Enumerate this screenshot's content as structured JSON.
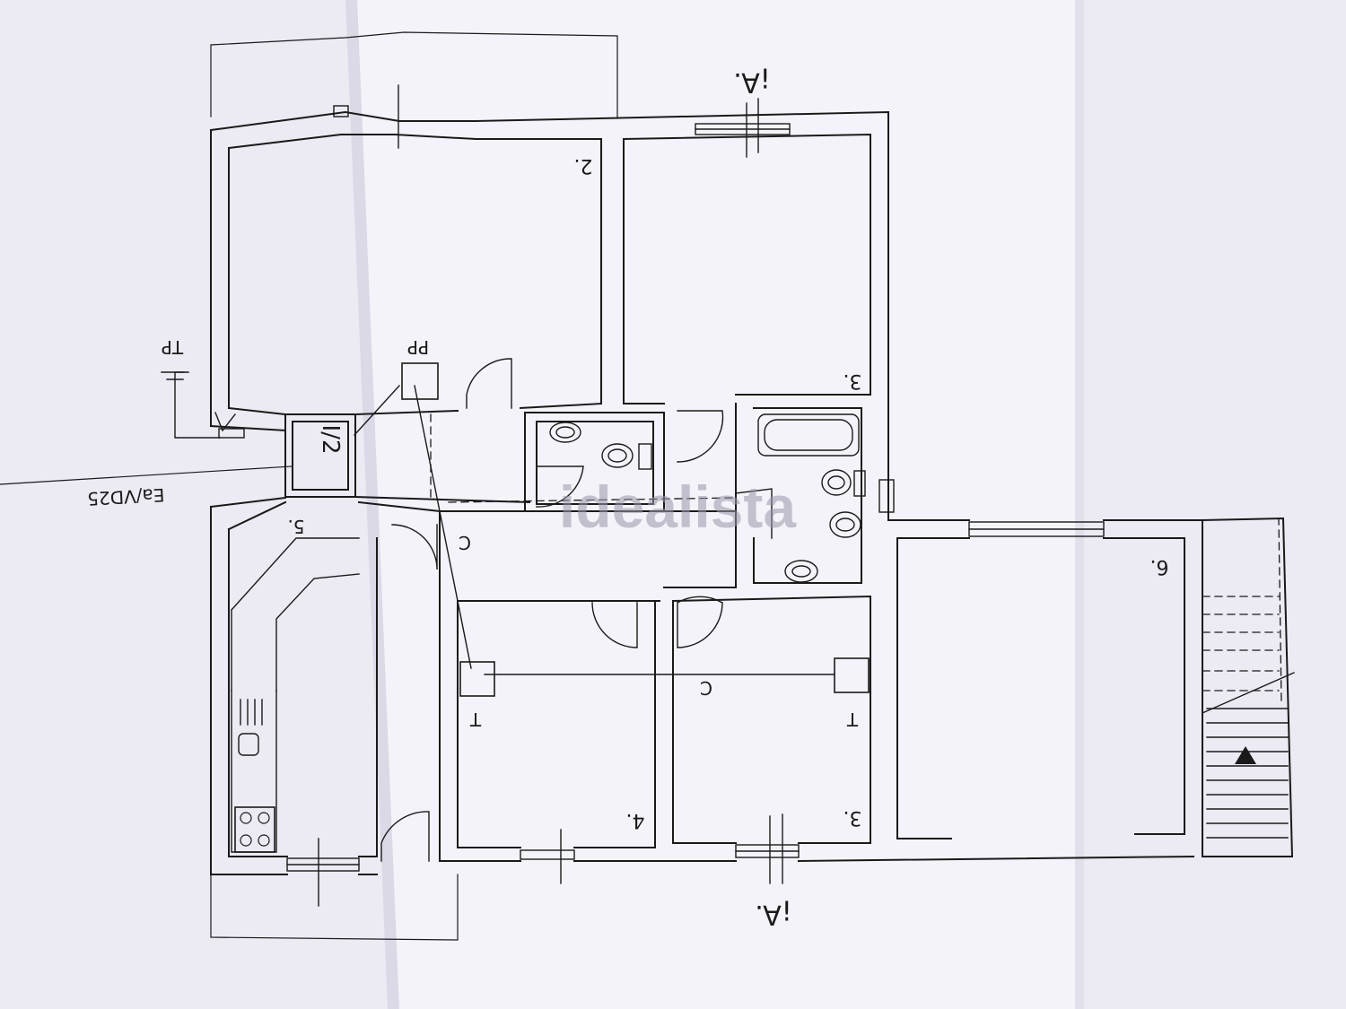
{
  "plan": {
    "watermark": "idealista",
    "section_marks": {
      "top": "¡A.",
      "bottom": "¡A."
    },
    "rooms": {
      "r2": "2.",
      "r3_top": "3.",
      "r3_bottom": "3.",
      "r4": "4.",
      "r5": "5.",
      "r6": "6."
    },
    "symbols": {
      "tp": "TP",
      "pp": "PP",
      "i2": "I/2",
      "supply": "Ea/VD25",
      "c_hall": "C",
      "c_rooms": "C",
      "t_left": "T",
      "t_right": "T"
    },
    "colors": {
      "paper": "#eceaf3",
      "paper_fold": "#f6f5fa",
      "paper_shadow": "#dcd9e6",
      "ink": "#1a1a1a",
      "watermark": "#9b98a8"
    }
  }
}
